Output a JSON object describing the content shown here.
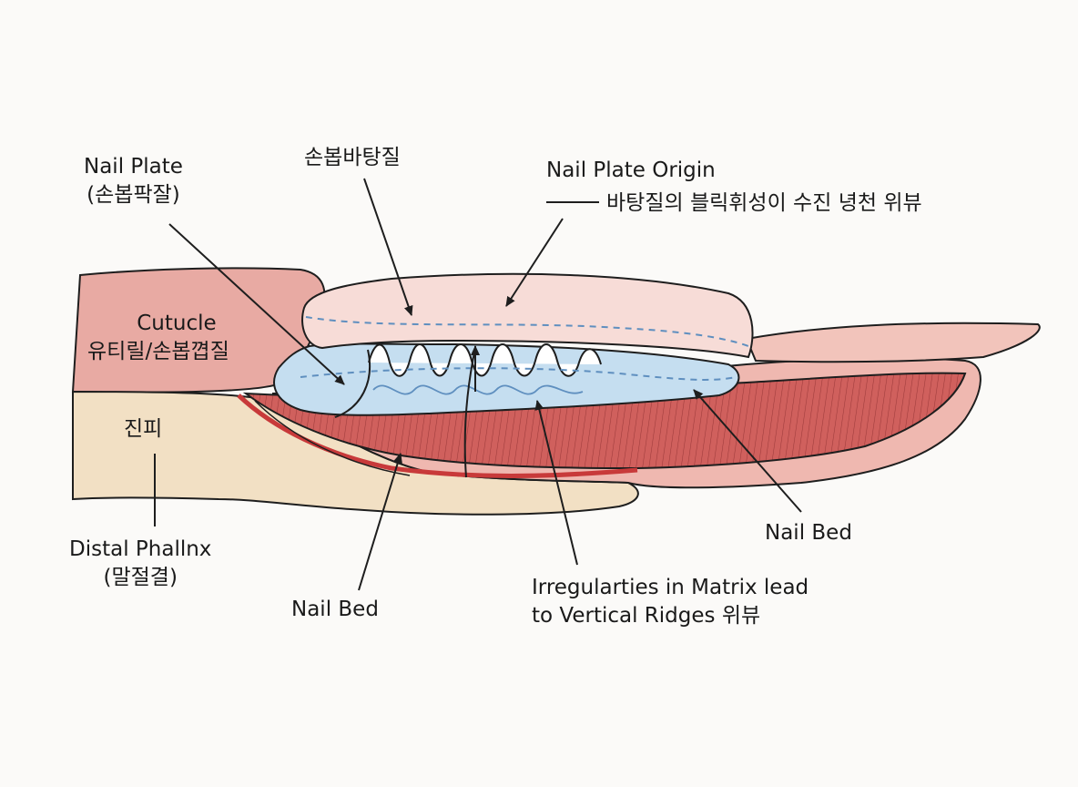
{
  "labels": {
    "nail_plate": {
      "en": "Nail Plate",
      "ko": "(손봅팍잘)"
    },
    "matrix_ko": "손봅바탕질",
    "nail_plate_origin": {
      "en": "Nail Plate Origin",
      "ko": "바탕질의 블릭휘성이 수진 녕천 위뷰"
    },
    "cuticle": {
      "en": "Cutucle",
      "ko": "유티릴/손봅꼅질"
    },
    "dermis_ko": "진피",
    "distal_phalanx": {
      "en": "Distal Phallnx",
      "ko": "(말절결)"
    },
    "nail_bed_left": "Nail Bed",
    "nail_bed_right": "Nail Bed",
    "irregularities": {
      "line1": "Irregularties in Matrix lead",
      "line2": "to Vertical Ridges 위뷰"
    }
  },
  "colors": {
    "skin": "#e8aaa3",
    "skin_light": "#f4cfc7",
    "nail": "#f7dcd7",
    "matrix_blue": "#c5def0",
    "muscle": "#d0605d",
    "bone": "#f2e0c4",
    "outline": "#1e1e1e",
    "dashed": "#5f8fbf"
  }
}
